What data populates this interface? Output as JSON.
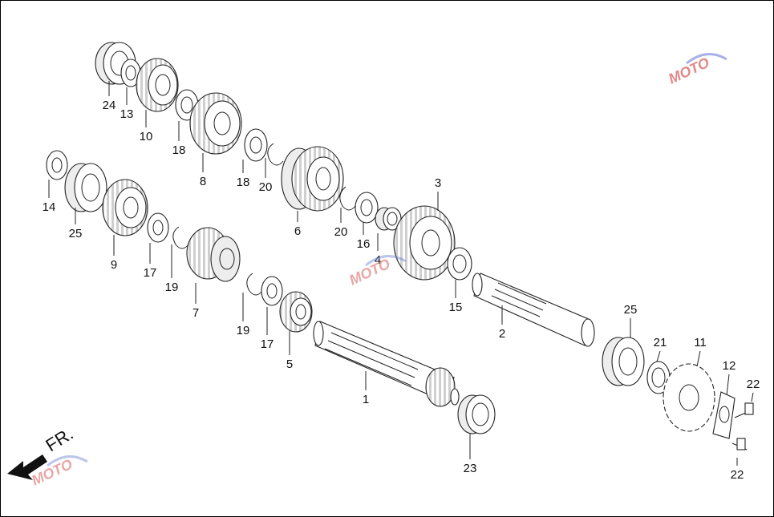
{
  "diagram": {
    "direction_label": "FR.",
    "watermark": "MOTO",
    "callouts": [
      "1",
      "2",
      "3",
      "4",
      "5",
      "6",
      "7",
      "8",
      "9",
      "10",
      "11",
      "12",
      "13",
      "14",
      "15",
      "16",
      "17",
      "17",
      "18",
      "18",
      "19",
      "19",
      "20",
      "20",
      "21",
      "22",
      "22",
      "23",
      "24",
      "25",
      "25"
    ]
  },
  "colors": {
    "line": "#222222",
    "watermark_red": "#d23a3a",
    "watermark_blue": "#6c7fd8",
    "background": "#ffffff"
  }
}
